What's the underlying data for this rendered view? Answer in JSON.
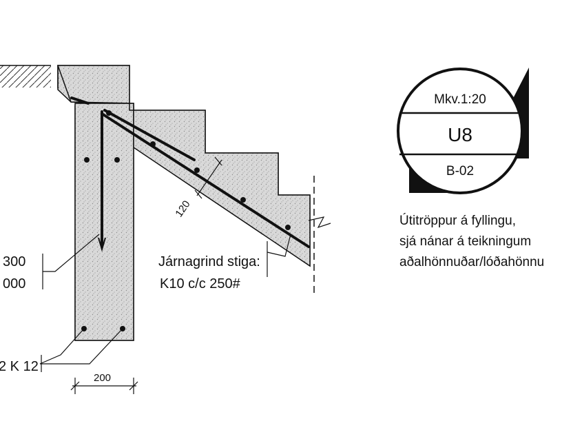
{
  "dimensions": {
    "stair_thickness": "120",
    "wall_width": "200"
  },
  "labels": {
    "stair_rebar_title": "Járnagrind stiga:",
    "stair_rebar_spec": "K10 c/c 250#",
    "left_value_1": "300",
    "left_value_2": "000",
    "bottom_bars": "2 K 12"
  },
  "badge": {
    "scale": "Mkv.1:20",
    "code": "U8",
    "sheet": "B-02"
  },
  "note": {
    "line1": "Útitröppur á fyllingu,",
    "line2": "sjá nánar á teikningum",
    "line3": "aðalhönnuðar/lóðahönnu"
  }
}
